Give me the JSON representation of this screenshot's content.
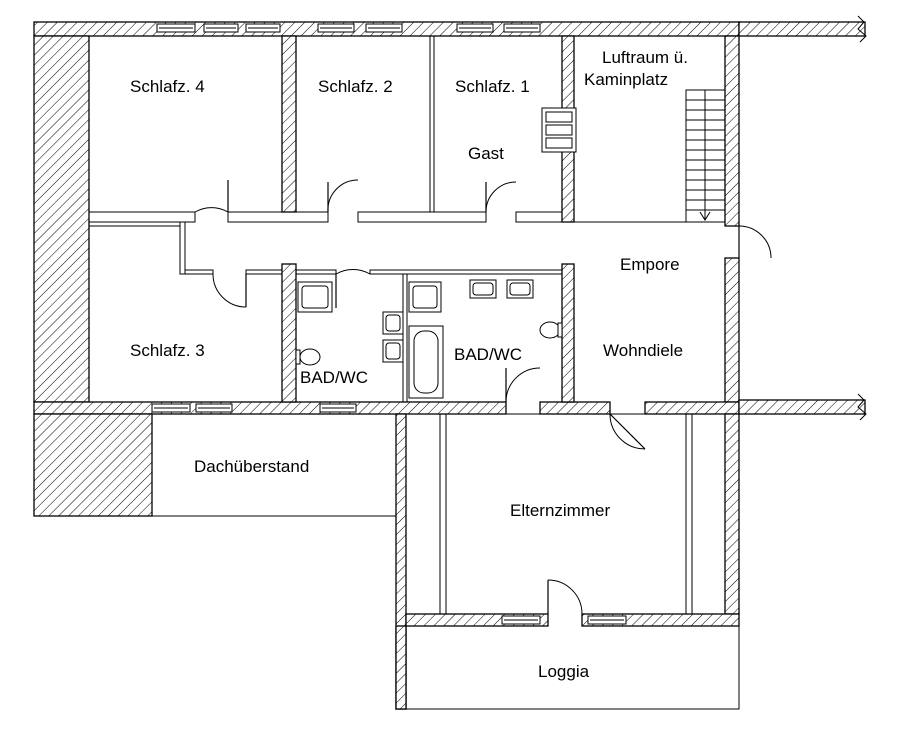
{
  "rooms": {
    "schlafz4": "Schlafz. 4",
    "schlafz2": "Schlafz. 2",
    "schlafz1": "Schlafz. 1",
    "gast": "Gast",
    "luftraum_line1": "Luftraum ü.",
    "luftraum_line2": "Kaminplatz",
    "empore": "Empore",
    "wohndiele": "Wohndiele",
    "schlafz3": "Schlafz. 3",
    "bad_wc_left": "BAD/WC",
    "bad_wc_right": "BAD/WC",
    "dachueberstand": "Dachüberstand",
    "elternzimmer": "Elternzimmer",
    "loggia": "Loggia"
  },
  "colors": {
    "line": "#000000",
    "background": "#ffffff"
  }
}
